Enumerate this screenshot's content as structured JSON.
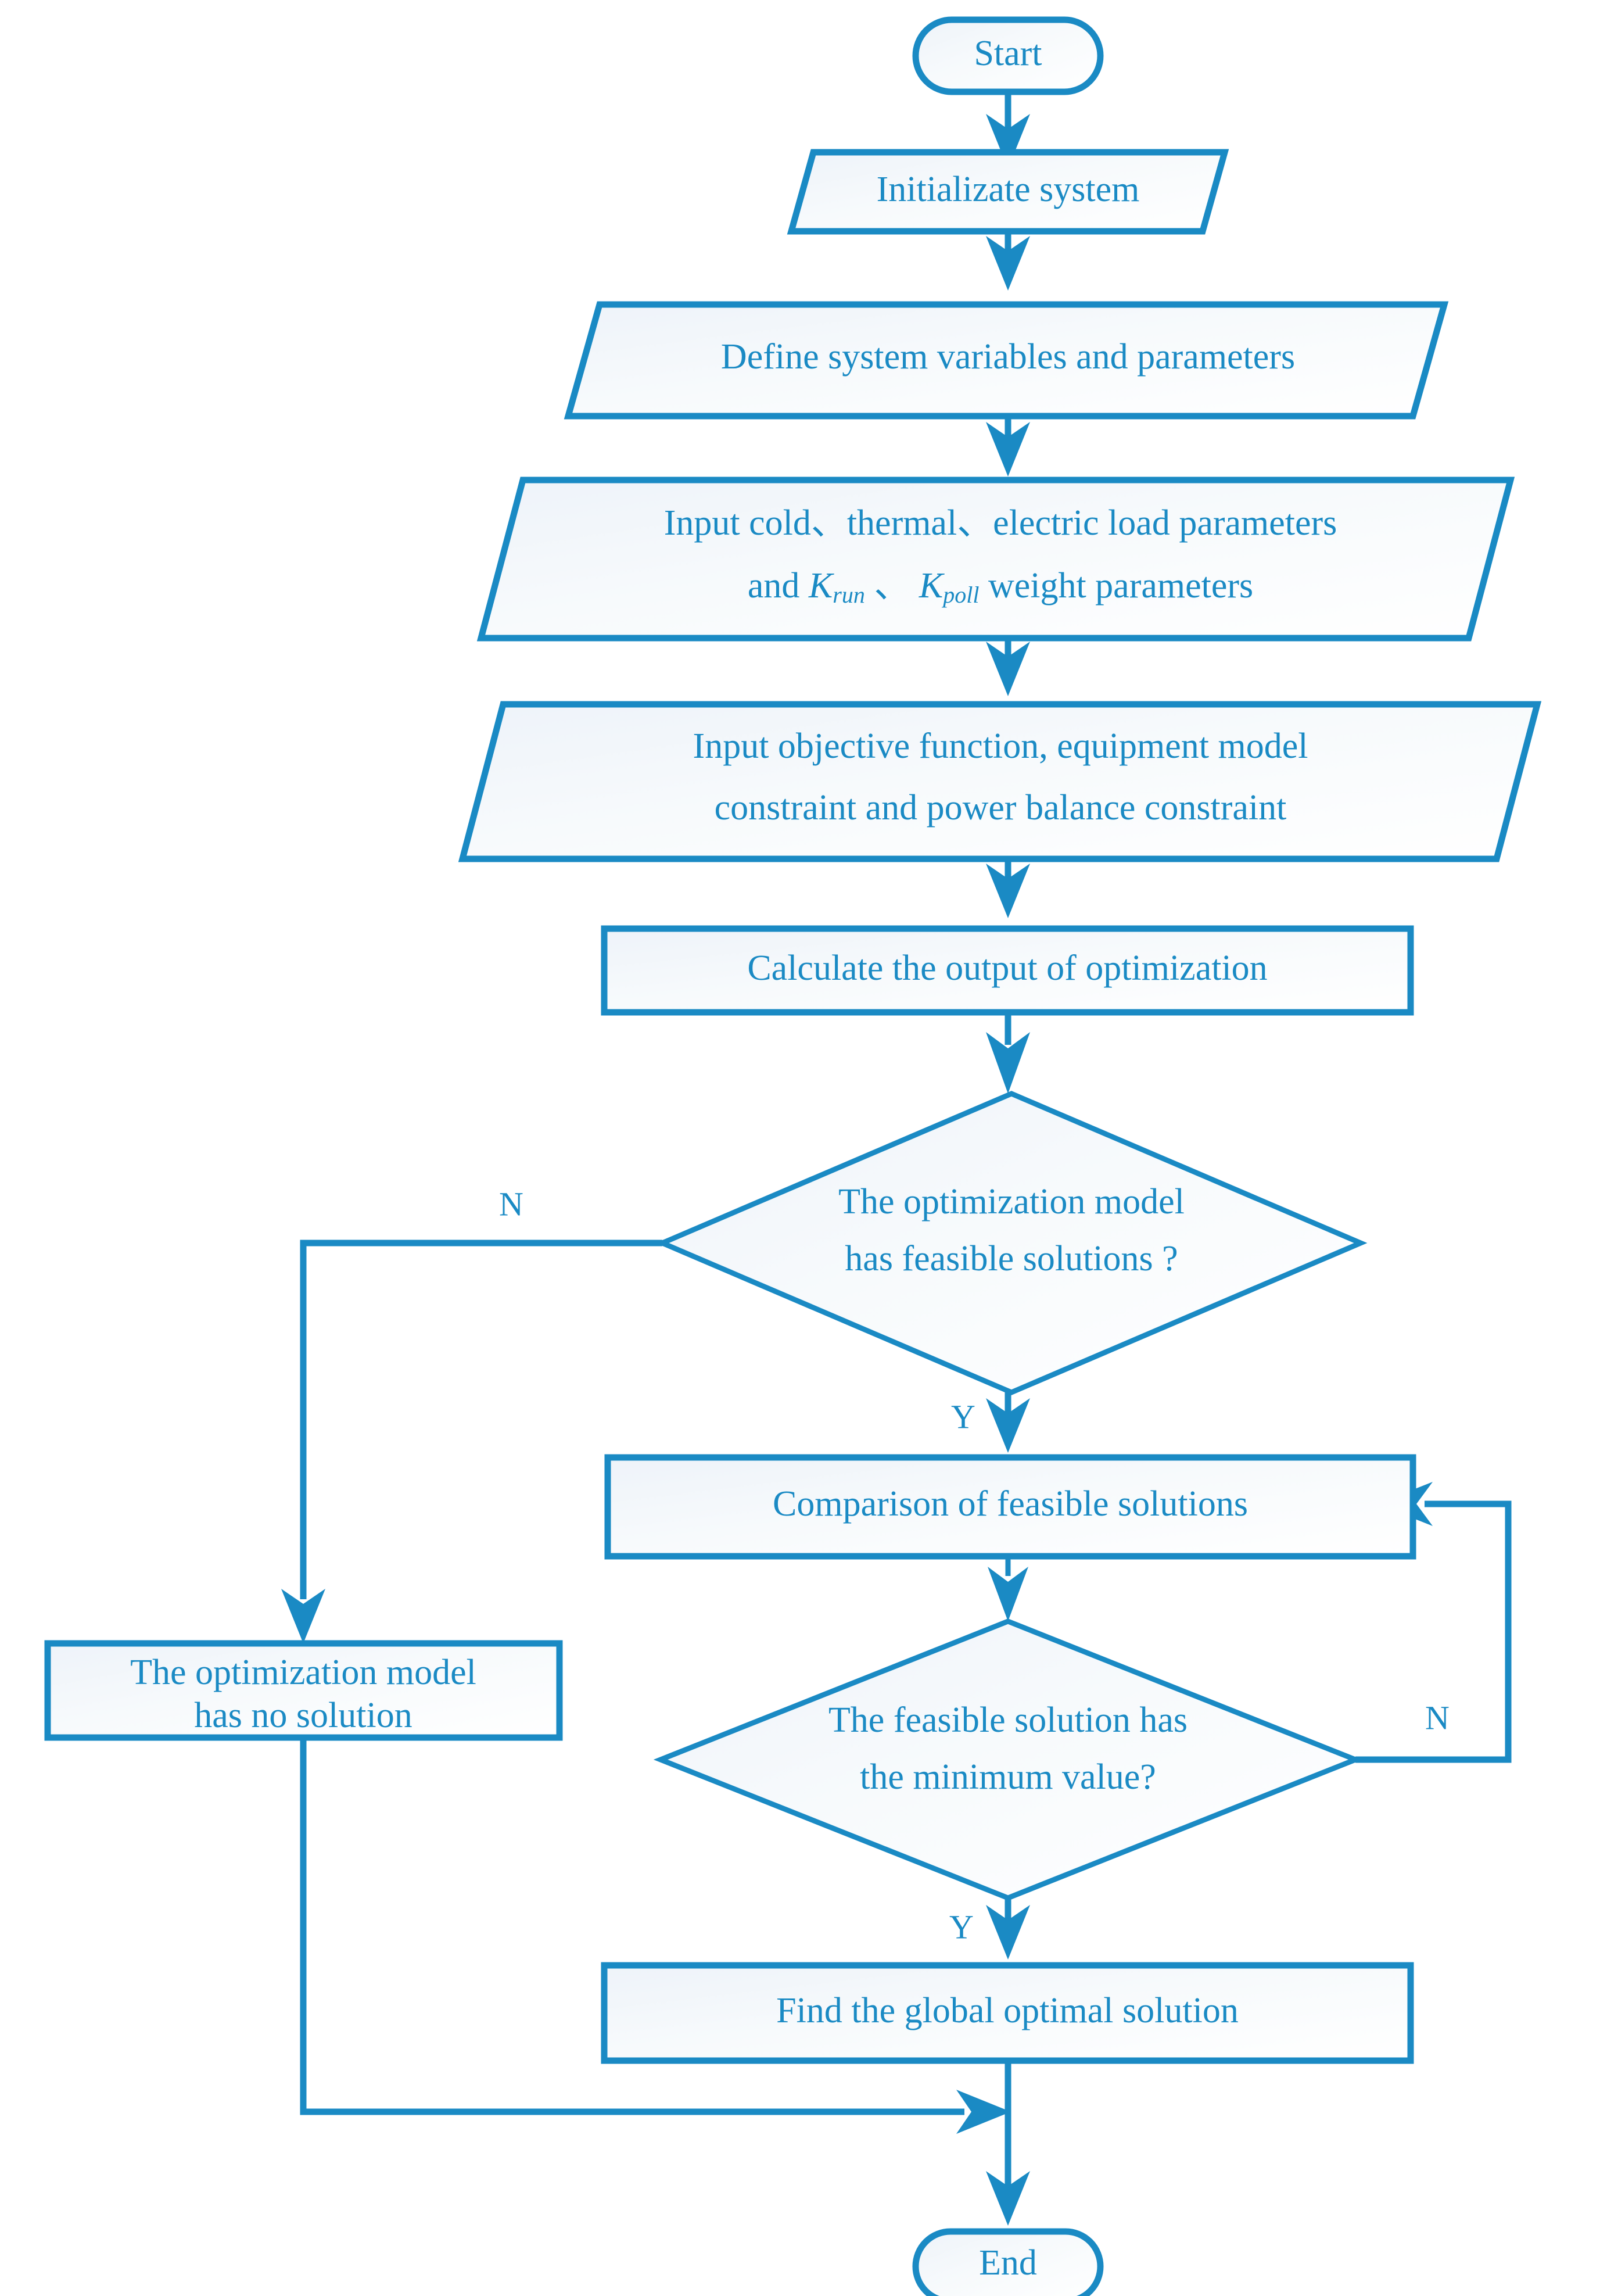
{
  "diagram": {
    "title": "Optimization model solving flowchart",
    "colors": {
      "stroke": "#1a8ac4",
      "text": "#1a8ac4",
      "fill_light": "#ffffff",
      "fill_tint": "#eef3f8",
      "background": "#ffffff"
    },
    "nodes": {
      "start": {
        "label": "Start",
        "shape": "terminator"
      },
      "initialize": {
        "label": "Initializate system",
        "shape": "parallelogram"
      },
      "define_vars": {
        "label": "Define system variables and parameters",
        "shape": "parallelogram"
      },
      "input_loads": {
        "shape": "parallelogram",
        "line1": "Input cold、thermal、electric load parameters",
        "line2_a": "and ",
        "line2_k1": "K",
        "line2_k1sub": "run",
        "line2_sep": " 、  ",
        "line2_k2": "K",
        "line2_k2sub": "poll",
        "line2_b": " weight parameters"
      },
      "input_objective": {
        "shape": "parallelogram",
        "line1": "Input objective function, equipment model",
        "line2": "constraint and power balance constraint"
      },
      "calculate": {
        "label": "Calculate the output of optimization",
        "shape": "process"
      },
      "decision_feasible": {
        "shape": "decision",
        "line1": "The optimization model",
        "line2": "has feasible solutions ?"
      },
      "no_solution": {
        "shape": "process",
        "line1": "The optimization model",
        "line2": "has no solution"
      },
      "comparison": {
        "label": "Comparison of feasible solutions",
        "shape": "process"
      },
      "decision_minimum": {
        "shape": "decision",
        "line1": "The feasible solution has",
        "line2": "the minimum value?"
      },
      "find_global": {
        "label": "Find the global optimal solution",
        "shape": "process"
      },
      "end": {
        "label": "End",
        "shape": "terminator"
      }
    },
    "edge_labels": {
      "feasible_no": "N",
      "feasible_yes": "Y",
      "minimum_no": "N",
      "minimum_yes": "Y"
    }
  }
}
